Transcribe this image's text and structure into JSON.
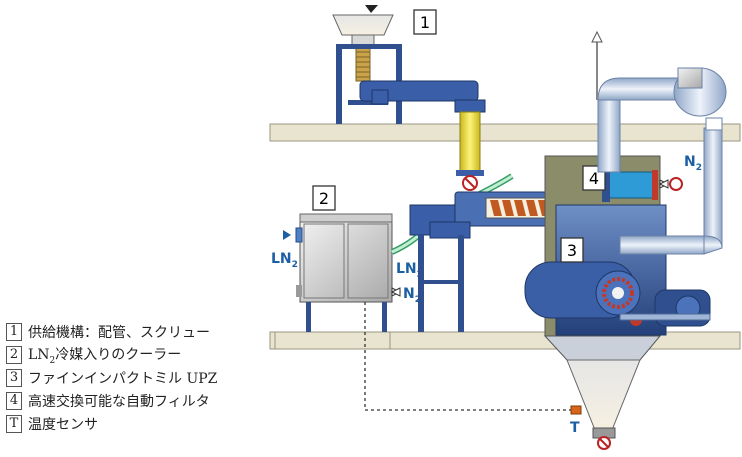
{
  "callouts": {
    "c1": "1",
    "c2": "2",
    "c3": "3",
    "c4": "4"
  },
  "labels": {
    "ln2_left": "LN",
    "ln2_left_sub": "2",
    "ln2_hose": "LN",
    "ln2_hose_sub": "2",
    "n2_cooler": "N",
    "n2_cooler_sub": "2",
    "n2_filter": "N",
    "n2_filter_sub": "2",
    "temp_sensor": "T"
  },
  "legend": [
    {
      "id": "1",
      "text": "供給機構：配管、スクリュー"
    },
    {
      "id": "2",
      "text_pre": "LN",
      "text_sub": "2",
      "text_post": "冷媒入りのクーラー"
    },
    {
      "id": "3",
      "text": "ファインインパクトミル UPZ"
    },
    {
      "id": "4",
      "text": "高速交換可能な自動フィルタ"
    },
    {
      "id": "T",
      "text": "温度センサ"
    }
  ],
  "colors": {
    "machine_blue": "#2f4f8f",
    "frame_blue": "#3b5ea8",
    "pipe_light": "#c9d9ee",
    "floor": "#e8e4cf",
    "yellow_pipe": "#f2e24a",
    "label_blue": "#1d5fa3",
    "hose_green": "#7fcfa0"
  }
}
